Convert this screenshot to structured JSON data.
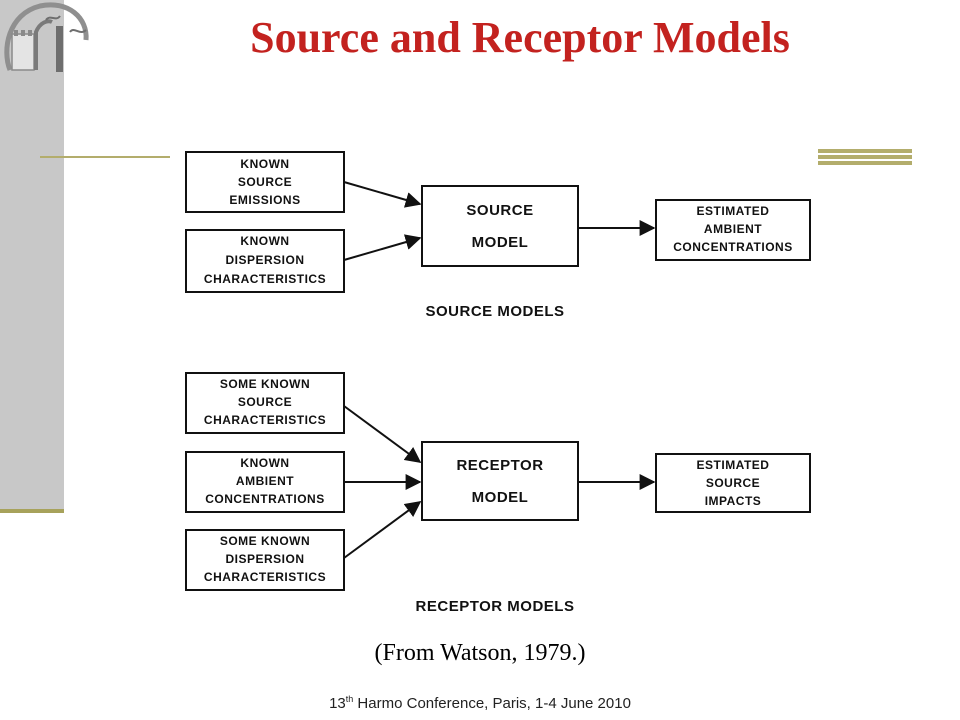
{
  "slide": {
    "title": "Source and Receptor Models",
    "citation": "(From Watson, 1979.)",
    "footer": {
      "ordinal_number": "13",
      "ordinal_suffix": "th",
      "text": " Harmo Conference, Paris, 1-4 June 2010"
    }
  },
  "diagram": {
    "source": {
      "inputs": [
        {
          "lines": [
            "KNOWN",
            "SOURCE",
            "EMISSIONS"
          ]
        },
        {
          "lines": [
            "KNOWN",
            "DISPERSION",
            "CHARACTERISTICS"
          ]
        }
      ],
      "model": {
        "lines": [
          "SOURCE",
          "MODEL"
        ]
      },
      "output": {
        "lines": [
          "ESTIMATED",
          "AMBIENT",
          "CONCENTRATIONS"
        ]
      },
      "caption": "SOURCE MODELS"
    },
    "receptor": {
      "inputs": [
        {
          "lines": [
            "SOME KNOWN",
            "SOURCE",
            "CHARACTERISTICS"
          ]
        },
        {
          "lines": [
            "KNOWN",
            "AMBIENT",
            "CONCENTRATIONS"
          ]
        },
        {
          "lines": [
            "SOME KNOWN",
            "DISPERSION",
            "CHARACTERISTICS"
          ]
        }
      ],
      "model": {
        "lines": [
          "RECEPTOR",
          "MODEL"
        ]
      },
      "output": {
        "lines": [
          "ESTIMATED",
          "SOURCE",
          "IMPACTS"
        ]
      },
      "caption": "RECEPTOR MODELS"
    }
  }
}
